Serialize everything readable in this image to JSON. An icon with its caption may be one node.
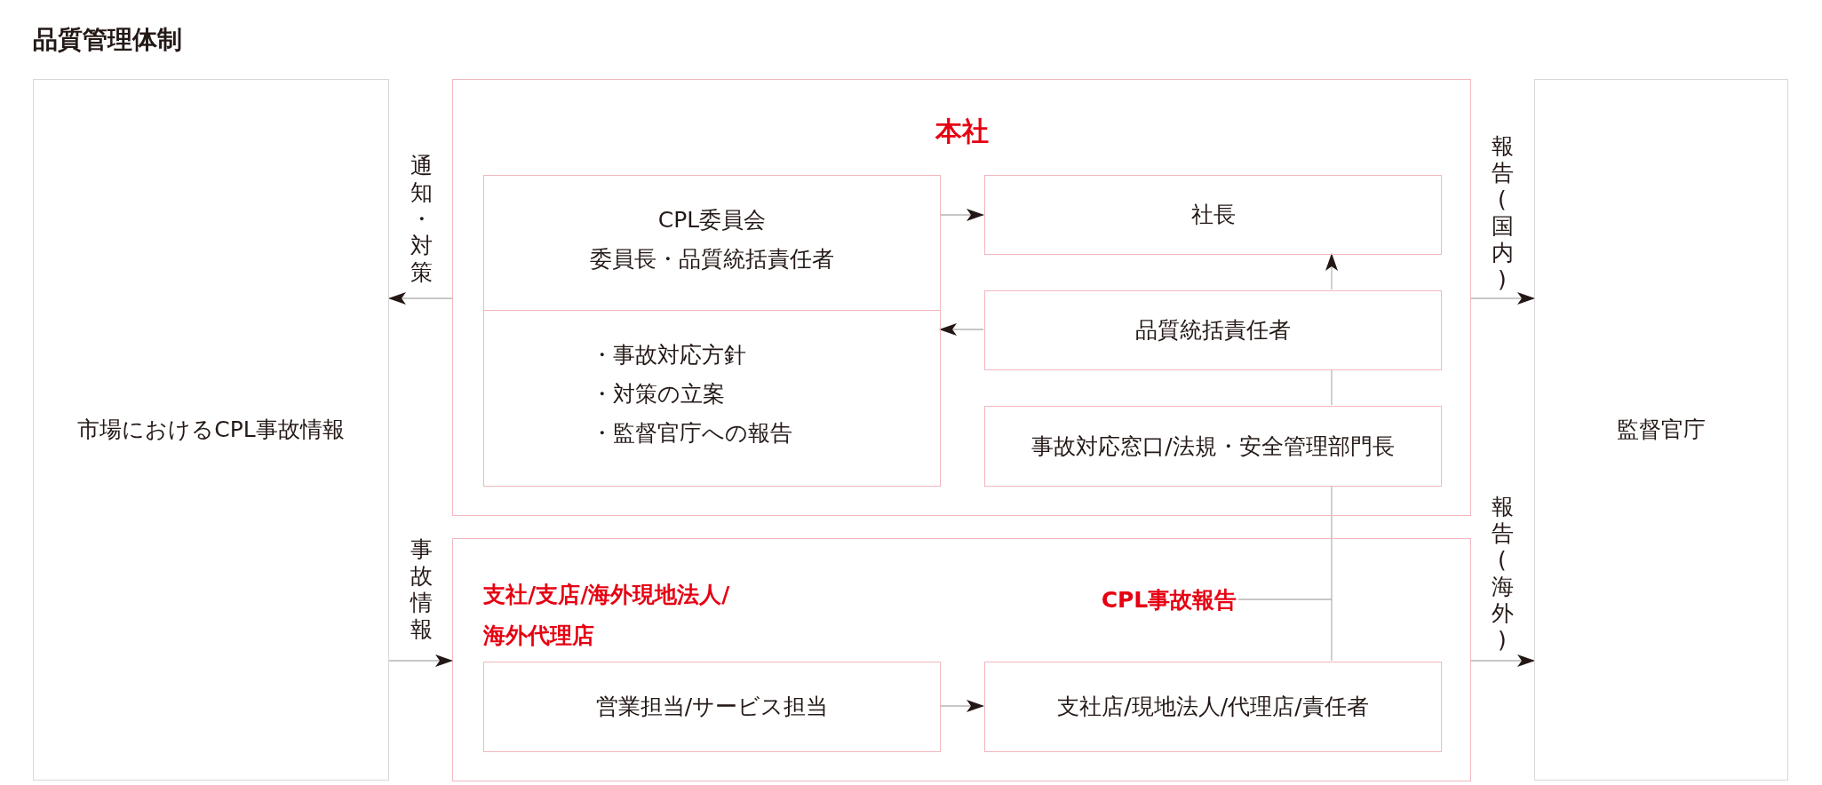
{
  "diagram": {
    "title": "品質管理体制",
    "nodes": [
      {
        "text": [
          "市場におけるCPL事故情報"
        ]
      },
      {
        "text": [
          "本社"
        ]
      },
      {
        "text": [
          "CPL委員会",
          "委員長・品質統括責任者",
          "・事故対応方針",
          "・対策の立案",
          "・監督官庁への報告"
        ],
        "in": 1
      },
      {
        "text": [
          "社長"
        ],
        "in": 1
      },
      {
        "text": [
          "品質統括責任者"
        ],
        "in": 1
      },
      {
        "text": [
          "事故対応窓口/法規・安全管理部門長"
        ],
        "in": 1
      },
      {
        "text": [
          "支社/支店/海外現地法人/海外代理店"
        ]
      },
      {
        "text": [
          "CPL事故報告"
        ],
        "in": 6
      },
      {
        "text": [
          "営業担当/サービス担当"
        ],
        "in": 6
      },
      {
        "text": [
          "支社店/現地法人/代理店/責任者"
        ],
        "in": 6
      },
      {
        "text": [
          "監督官庁"
        ]
      }
    ],
    "edges": [
      {
        "from": 1,
        "to": 0,
        "arrow": "to",
        "label": "通知・対策"
      },
      {
        "from": 1,
        "to": 10,
        "arrow": "to",
        "label": "報告(国内)"
      },
      {
        "from": 0,
        "to": 6,
        "arrow": "to",
        "label": "事故情報"
      },
      {
        "from": 6,
        "to": 10,
        "arrow": "to",
        "label": "報告(海外)"
      },
      {
        "from": 2,
        "to": 3,
        "arrow": "to"
      },
      {
        "from": 4,
        "to": 2,
        "arrow": "to"
      },
      {
        "from": 4,
        "to": 3,
        "arrow": "to"
      },
      {
        "from": 5,
        "to": 4,
        "arrow": "none"
      },
      {
        "from": 9,
        "to": 5,
        "arrow": "none"
      },
      {
        "from": 8,
        "to": 9,
        "arrow": "to"
      },
      {
        "from": 7,
        "to": null,
        "arrow": "none"
      }
    ]
  }
}
